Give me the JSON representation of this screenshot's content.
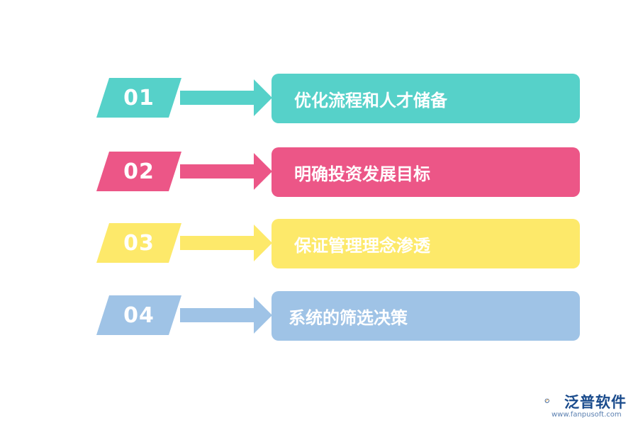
{
  "colors": {
    "teal": "#56d1c9",
    "pink": "#ec5687",
    "yellow": "#fde96a",
    "blue": "#9fc3e6",
    "logo_blue": "#1a4b8c",
    "logo_orange": "#f39a2c"
  },
  "steps": [
    {
      "num": "01",
      "label": "优化流程和人才储备",
      "color": "#56d1c9"
    },
    {
      "num": "02",
      "label": "明确投资发展目标",
      "color": "#ec5687"
    },
    {
      "num": "03",
      "label": "保证管理理念渗透",
      "color": "#fde96a"
    },
    {
      "num": "04",
      "label": "系统的筛选决策",
      "color": "#9fc3e6"
    }
  ],
  "logo": {
    "name": "泛普软件",
    "url": "www.fanpusoft.com",
    "icon": "fanpu-logo-icon"
  }
}
